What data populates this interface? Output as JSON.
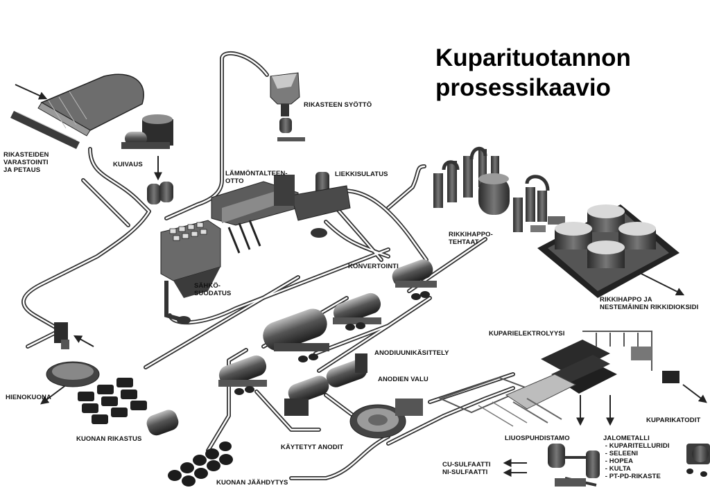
{
  "title": "Kuparituotannon\nprosessikaavio",
  "labels": {
    "rikasteiden_varastointi": "RIKASTEIDEN\nVARASTOINTI\nJA PETAUS",
    "kuivaus": "KUIVAUS",
    "rikasteen_syotto": "RIKASTEEN SYÖTTÖ",
    "lammontalteenotto": "LÄMMÖNTALTEEN-\nOTTO",
    "liekkisulatus": "LIEKKISULATUS",
    "rikkihappotehtaat": "RIKKIHAPPO-\nTEHTAAT",
    "sahkosuodatus": "SÄHKÖ-\nSUODATUS",
    "konvertointi": "KONVERTOINTI",
    "rikkihappo": "RIKKIHAPPO JA\nNESTEMÄINEN RIKKIDIOKSIDI",
    "kuparielektrolyysi": "KUPARIELEKTROLYYSI",
    "anodiuunikasittely": "ANODIUUNIKÄSITTELY",
    "anodien_valu": "ANODIEN VALU",
    "hienokuona": "HIENOKUONA",
    "kuparikatodit": "KUPARIKATODIT",
    "kuonan_rikastus": "KUONAN RIKASTUS",
    "kaytetyt_anodit": "KÄYTETYT ANODIT",
    "liuospuhdistamo": "LIUOSPUHDISTAMO",
    "jalometalli": "JALOMETALLI\n - KUPARITELLURIDI\n - SELEENI\n - HOPEA\n - KULTA\n - PT-PD-RIKASTE",
    "cu_ni_sulfaatti": "CU-SULFAATTI\nNI-SULFAATTI",
    "kuonan_jaahdytys": "KUONAN JÄÄHDYTYS"
  }
}
